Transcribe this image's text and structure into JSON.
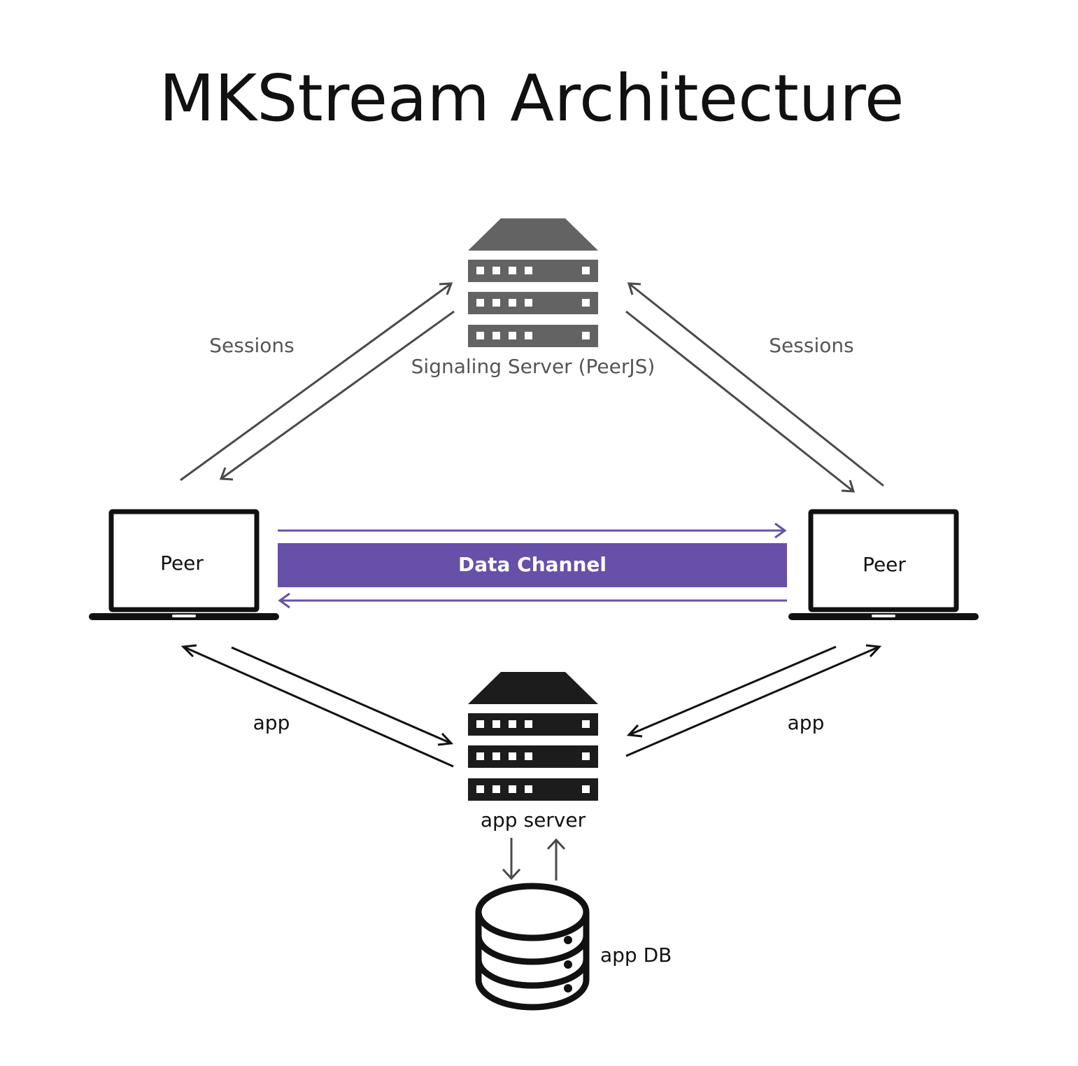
{
  "title": "MKStream Architecture",
  "nodes": {
    "signaling_server": {
      "label": "Signaling Server (PeerJS)"
    },
    "peer_left": {
      "label": "Peer"
    },
    "peer_right": {
      "label": "Peer"
    },
    "app_server": {
      "label": "app server"
    },
    "app_db": {
      "label": "app DB"
    }
  },
  "edges": {
    "sessions_left": {
      "label": "Sessions"
    },
    "sessions_right": {
      "label": "Sessions"
    },
    "app_left": {
      "label": "app"
    },
    "app_right": {
      "label": "app"
    },
    "data_channel": {
      "label": "Data Channel"
    }
  },
  "colors": {
    "signaling_server": "#636363",
    "app_server": "#1c1c1c",
    "data_channel": "#6750a8",
    "arrow_gray": "#4a4a4a",
    "arrow_dark": "#111111"
  },
  "icons": {
    "signaling_server": "server-rack-icon",
    "app_server": "server-rack-icon",
    "peers": "laptop-icon",
    "app_db": "database-icon"
  }
}
